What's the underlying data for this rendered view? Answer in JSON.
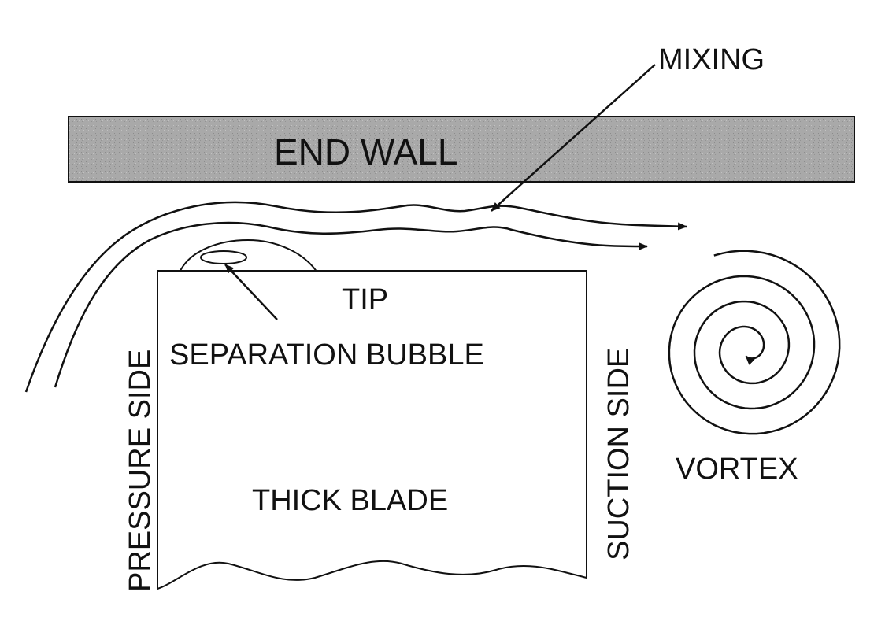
{
  "labels": {
    "mixing": "MIXING",
    "end_wall": "END WALL",
    "tip": "TIP",
    "separation_bubble": "SEPARATION BUBBLE",
    "pressure_side": "PRESSURE SIDE",
    "suction_side": "SUCTION SIDE",
    "thick_blade": "THICK BLADE",
    "vortex": "VORTEX"
  },
  "colors": {
    "end_wall_fill": "#a9a9a9",
    "line": "#111111",
    "background": "#ffffff"
  }
}
